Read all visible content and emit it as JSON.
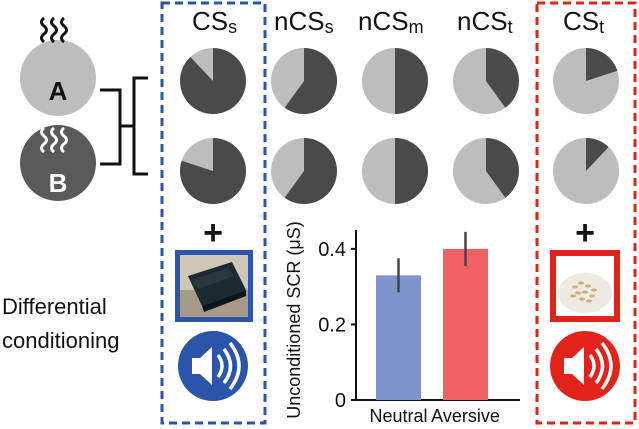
{
  "odors": {
    "a_label": "A",
    "b_label": "B",
    "a_color": "#bdbdbd",
    "b_color": "#5a5a5a",
    "a_icon": "odor-wave-icon-black",
    "b_icon": "odor-wave-icon-white"
  },
  "columns": [
    {
      "base": "CS",
      "sub": "s"
    },
    {
      "base": "nCS",
      "sub": "s"
    },
    {
      "base": "nCS",
      "sub": "m"
    },
    {
      "base": "nCS",
      "sub": "t"
    },
    {
      "base": "CS",
      "sub": "t"
    }
  ],
  "mixture_proportions_b": {
    "row1": [
      0.88,
      0.6,
      0.5,
      0.4,
      0.2
    ],
    "row2": [
      0.8,
      0.6,
      0.5,
      0.4,
      0.12
    ]
  },
  "pairing": {
    "plus": "+",
    "left_picture": "book-photo",
    "right_picture": "insects-on-plate-photo",
    "left_sound": "speaker-icon-neutral",
    "right_sound": "speaker-icon-aversive"
  },
  "label": {
    "line1": "Differential",
    "line2": "conditioning"
  },
  "colors": {
    "neutral_frame": "#2b55a8",
    "aversive_frame": "#e2231a",
    "neutral_bar": "#7f93cd",
    "aversive_bar": "#f06166",
    "pie_light": "#bdbdbd",
    "pie_dark": "#4a4a4a"
  },
  "chart_data": {
    "type": "bar",
    "categories": [
      "Neutral",
      "Aversive"
    ],
    "values": [
      0.33,
      0.4
    ],
    "errors": [
      0.045,
      0.045
    ],
    "ylabel": "Unconditioned SCR (μS)",
    "ylim": [
      0,
      0.45
    ],
    "yticks": [
      "0",
      "0.2",
      "0.4"
    ]
  }
}
